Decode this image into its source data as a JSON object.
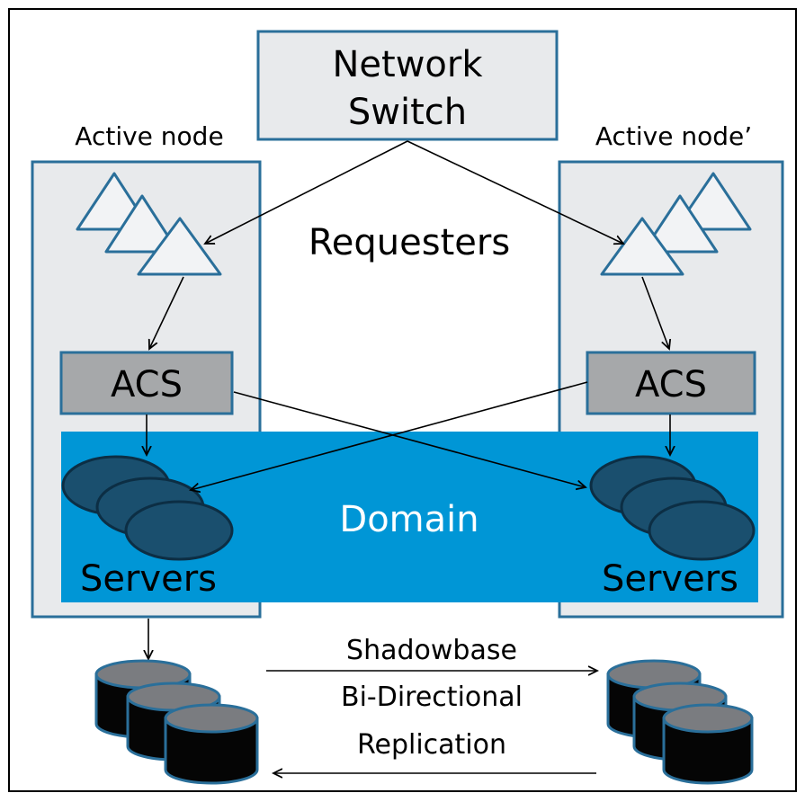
{
  "network_switch": {
    "line1": "Network",
    "line2": "Switch"
  },
  "left_node": {
    "title": "Active node",
    "acs": "ACS",
    "servers": "Servers"
  },
  "right_node": {
    "title": "Active node’",
    "acs": "ACS",
    "servers": "Servers"
  },
  "requesters_label": "Requesters",
  "domain_label": "Domain",
  "replication": {
    "line1": "Shadowbase",
    "line2": "Bi-Directional",
    "line3": "Replication"
  },
  "colors": {
    "box_fill": "#e8eaec",
    "box_stroke": "#2a6f9a",
    "acs_fill": "#a6a8aa",
    "domain_fill": "#0096d6",
    "server_fill": "#1a4f6e",
    "db_body": "#050505",
    "db_top": "#7a7c80",
    "requester_fill": "#f2f3f5"
  }
}
